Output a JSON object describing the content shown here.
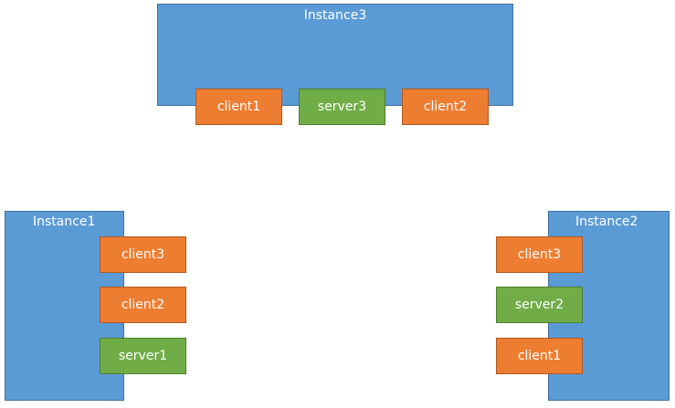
{
  "colors": {
    "instance_fill": "#5b9bd5",
    "client_fill": "#ed7d31",
    "server_fill": "#70ad47",
    "text": "#ffffff"
  },
  "instance3": {
    "title": "Instance3",
    "boxes": [
      {
        "label": "client1",
        "kind": "client"
      },
      {
        "label": "server3",
        "kind": "server"
      },
      {
        "label": "client2",
        "kind": "client"
      }
    ]
  },
  "instance1": {
    "title": "Instance1",
    "boxes": [
      {
        "label": "client3",
        "kind": "client"
      },
      {
        "label": "client2",
        "kind": "client"
      },
      {
        "label": "server1",
        "kind": "server"
      }
    ]
  },
  "instance2": {
    "title": "Instance2",
    "boxes": [
      {
        "label": "client3",
        "kind": "client"
      },
      {
        "label": "server2",
        "kind": "server"
      },
      {
        "label": "client1",
        "kind": "client"
      }
    ]
  }
}
